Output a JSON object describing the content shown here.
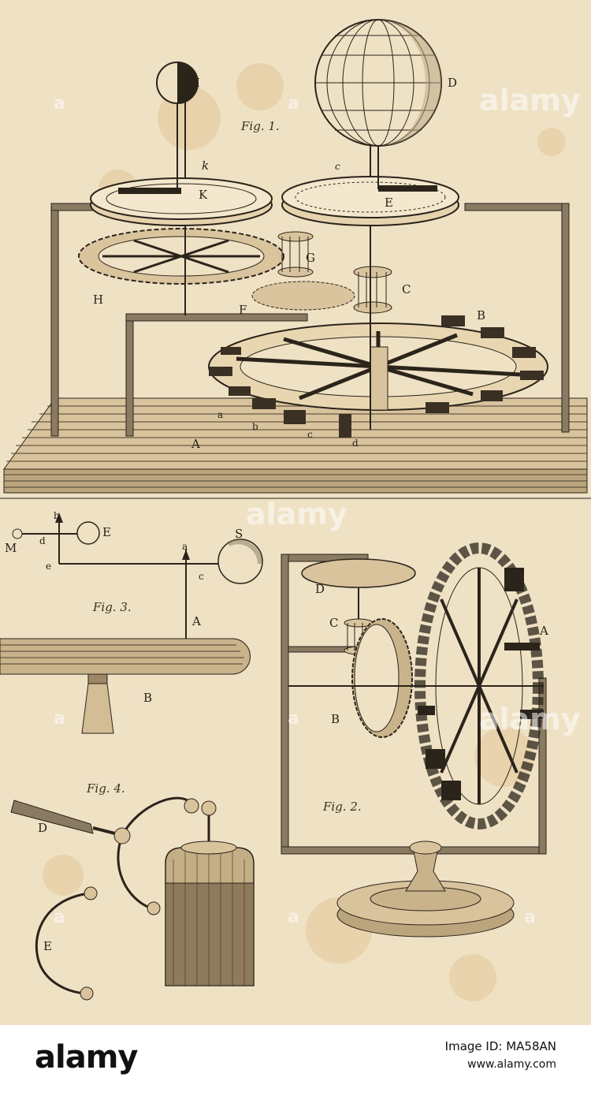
{
  "fig1": {
    "caption": "Fig. 1.",
    "labels": {
      "I": "I",
      "D": "D",
      "k": "k",
      "K": "K",
      "c": "c",
      "E": "E",
      "G": "G",
      "C": "C",
      "H": "H",
      "F": "F",
      "B": "B",
      "a": "a",
      "b": "b",
      "c2": "c",
      "d": "d",
      "A": "A"
    }
  },
  "fig3": {
    "caption": "Fig. 3.",
    "labels": {
      "b": "b",
      "E": "E",
      "M": "M",
      "d": "d",
      "a": "a",
      "S": "S",
      "e": "e",
      "c": "c",
      "A": "A",
      "B": "B"
    }
  },
  "fig2": {
    "caption": "Fig. 2.",
    "labels": {
      "D": "D",
      "C": "C",
      "A": "A",
      "B": "B"
    }
  },
  "fig4": {
    "caption": "Fig. 4.",
    "labels": {
      "D": "D",
      "E": "E"
    }
  },
  "watermark": {
    "text": "alamy",
    "text_small": "a"
  },
  "footer": {
    "brand": "alamy",
    "image_id": "Image ID: MA58AN",
    "url": "www.alamy.com"
  },
  "colors": {
    "paper": "#efe1c4",
    "ink": "#2b241b"
  }
}
